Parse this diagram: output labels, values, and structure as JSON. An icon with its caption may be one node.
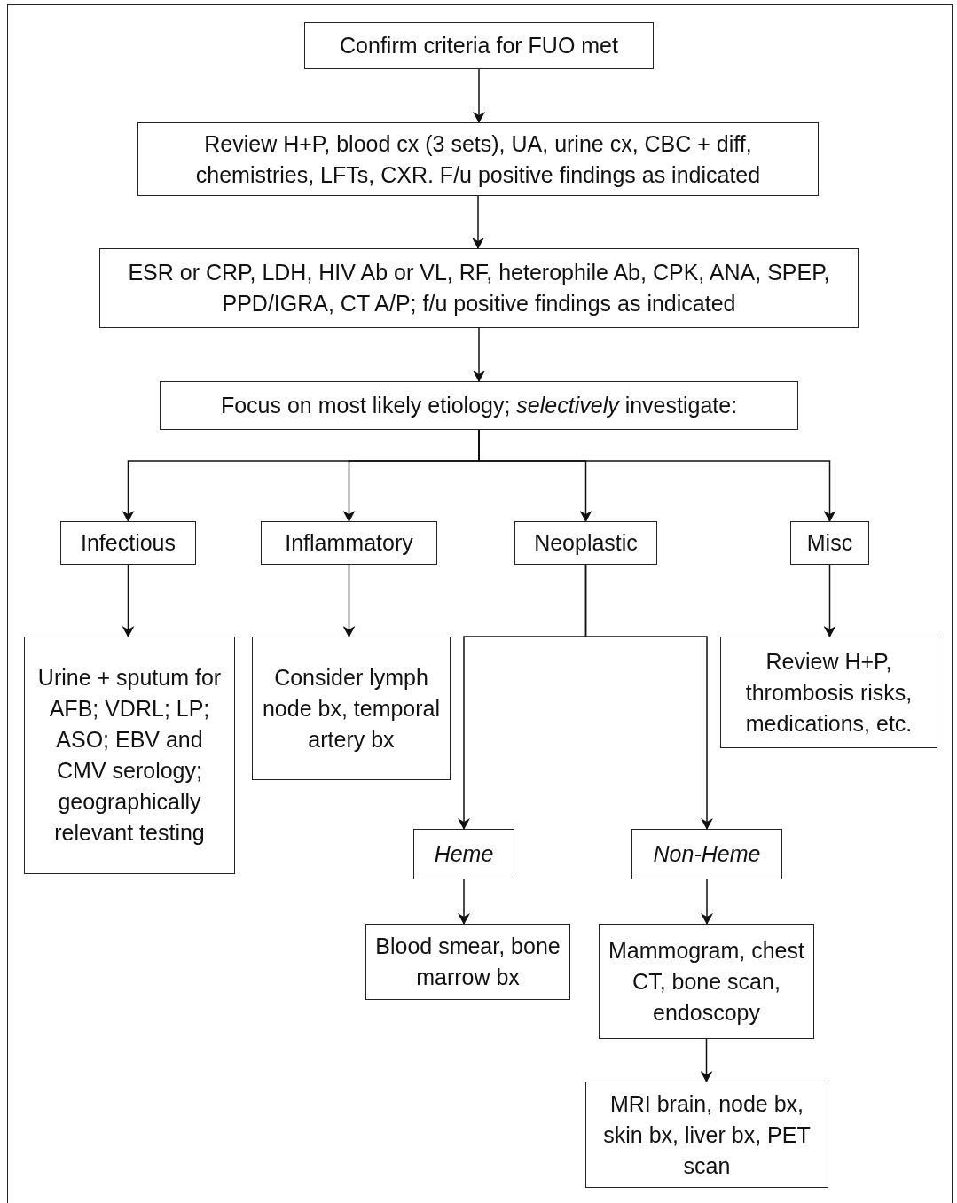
{
  "diagram": {
    "nodes": [
      {
        "text": [
          "Confirm criteria for FUO met"
        ]
      },
      {
        "text": [
          "Review H+P, blood cx (3 sets), UA, urine cx, CBC + diff, chemistries, LFTs, CXR. F/u positive findings as indicated"
        ]
      },
      {
        "text": [
          "ESR or CRP, LDH, HIV Ab or VL, RF, heterophile Ab, CPK, ANA, SPEP, PPD/IGRA, CT A/P; f/u positive findings as indicated"
        ]
      },
      {
        "text": [
          "Focus on most likely etiology; *selectively* investigate:"
        ]
      },
      {
        "text": [
          "Infectious"
        ]
      },
      {
        "text": [
          "Inflammatory"
        ]
      },
      {
        "text": [
          "Neoplastic"
        ]
      },
      {
        "text": [
          "Misc"
        ]
      },
      {
        "text": [
          "Urine + sputum for AFB; VDRL; LP; ASO; EBV and CMV serology; geographically relevant testing"
        ]
      },
      {
        "text": [
          "Consider lymph node bx, temporal artery bx"
        ]
      },
      {
        "text": [
          "Review H+P, thrombosis risks, medications, etc."
        ]
      },
      {
        "text": [
          "Heme"
        ]
      },
      {
        "text": [
          "Non-Heme"
        ]
      },
      {
        "text": [
          "Blood smear, bone marrow bx"
        ]
      },
      {
        "text": [
          "Mammogram, chest CT, bone scan, endoscopy"
        ]
      },
      {
        "text": [
          "MRI brain, node bx, skin bx, liver bx, PET scan"
        ]
      }
    ],
    "edges": [
      {
        "from": 0,
        "to": 1,
        "arrow": "to"
      },
      {
        "from": 1,
        "to": 2,
        "arrow": "to"
      },
      {
        "from": 2,
        "to": 3,
        "arrow": "to"
      },
      {
        "from": 3,
        "to": 4,
        "arrow": "to"
      },
      {
        "from": 3,
        "to": 5,
        "arrow": "to"
      },
      {
        "from": 3,
        "to": 6,
        "arrow": "to"
      },
      {
        "from": 3,
        "to": 7,
        "arrow": "to"
      },
      {
        "from": 4,
        "to": 8,
        "arrow": "to"
      },
      {
        "from": 5,
        "to": 9,
        "arrow": "to"
      },
      {
        "from": 7,
        "to": 10,
        "arrow": "to"
      },
      {
        "from": 6,
        "to": 11,
        "arrow": "to"
      },
      {
        "from": 6,
        "to": 12,
        "arrow": "to"
      },
      {
        "from": 11,
        "to": 13,
        "arrow": "to"
      },
      {
        "from": 12,
        "to": 14,
        "arrow": "to"
      },
      {
        "from": 14,
        "to": 15,
        "arrow": "to"
      }
    ]
  }
}
